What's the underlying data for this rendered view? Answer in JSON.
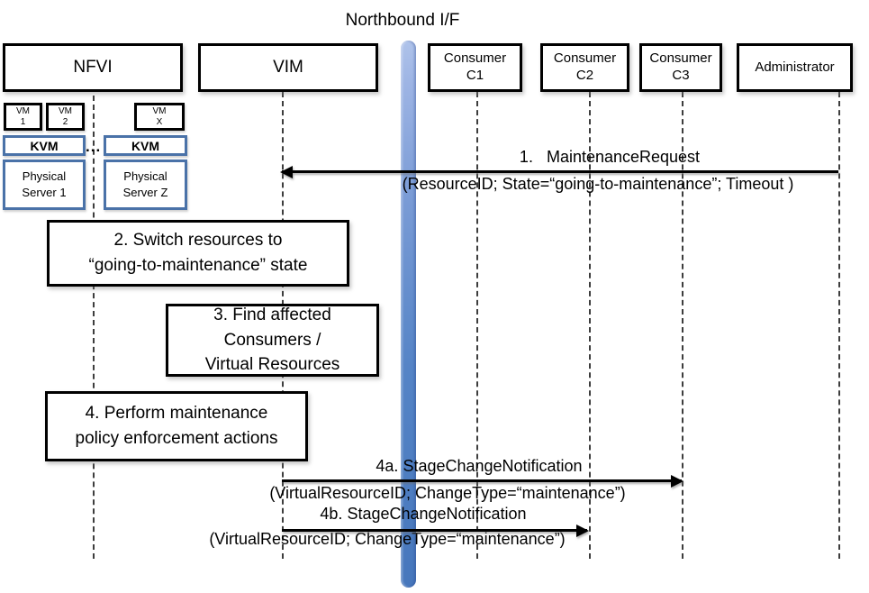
{
  "title": "Northbound I/F",
  "actors": [
    {
      "id": "nfvi",
      "label": "NFVI"
    },
    {
      "id": "vim",
      "label": "VIM"
    },
    {
      "id": "consumer-c1",
      "label": "Consumer\nC1"
    },
    {
      "id": "consumer-c2",
      "label": "Consumer\nC2"
    },
    {
      "id": "consumer-c3",
      "label": "Consumer\nC3"
    },
    {
      "id": "administrator",
      "label": "Administrator"
    }
  ],
  "nfvi": {
    "vms": [
      {
        "label": "VM\n1"
      },
      {
        "label": "VM\n2"
      },
      {
        "label": "VM\nX"
      }
    ],
    "ellipsis": "...",
    "hypervisors": [
      {
        "label": "KVM"
      },
      {
        "label": "KVM"
      }
    ],
    "servers": [
      {
        "label": "Physical\nServer 1"
      },
      {
        "label": "Physical\nServer Z"
      }
    ]
  },
  "process_boxes": [
    {
      "id": "2",
      "label": "2. Switch resources to\n“going-to-maintenance” state"
    },
    {
      "id": "3",
      "label": "3. Find affected\nConsumers /\nVirtual Resources"
    },
    {
      "id": "4",
      "label": "4. Perform maintenance\npolicy enforcement actions"
    }
  ],
  "messages": [
    {
      "id": "1",
      "title": "1.   MaintenanceRequest",
      "params": "(ResourceID; State=“going-to-maintenance”; Timeout )",
      "from": "Administrator",
      "to": "VIM",
      "direction": "left"
    },
    {
      "id": "4a",
      "title": "4a. StageChangeNotification",
      "params": "(VirtualResourceID; ChangeType=“maintenance”)",
      "from": "VIM",
      "to": "Consumer C3",
      "direction": "right"
    },
    {
      "id": "4b",
      "title": "4b. StageChangeNotification",
      "params": "(VirtualResourceID; ChangeType=“maintenance”)",
      "from": "VIM",
      "to": "Consumer C2",
      "direction": "right"
    }
  ],
  "colors": {
    "box_border": "#000000",
    "blue_box_border": "#4a72a8",
    "bar_top": "#afc3ea",
    "bar_bottom": "#4777bc",
    "lifeline": "#3d3d3d"
  }
}
